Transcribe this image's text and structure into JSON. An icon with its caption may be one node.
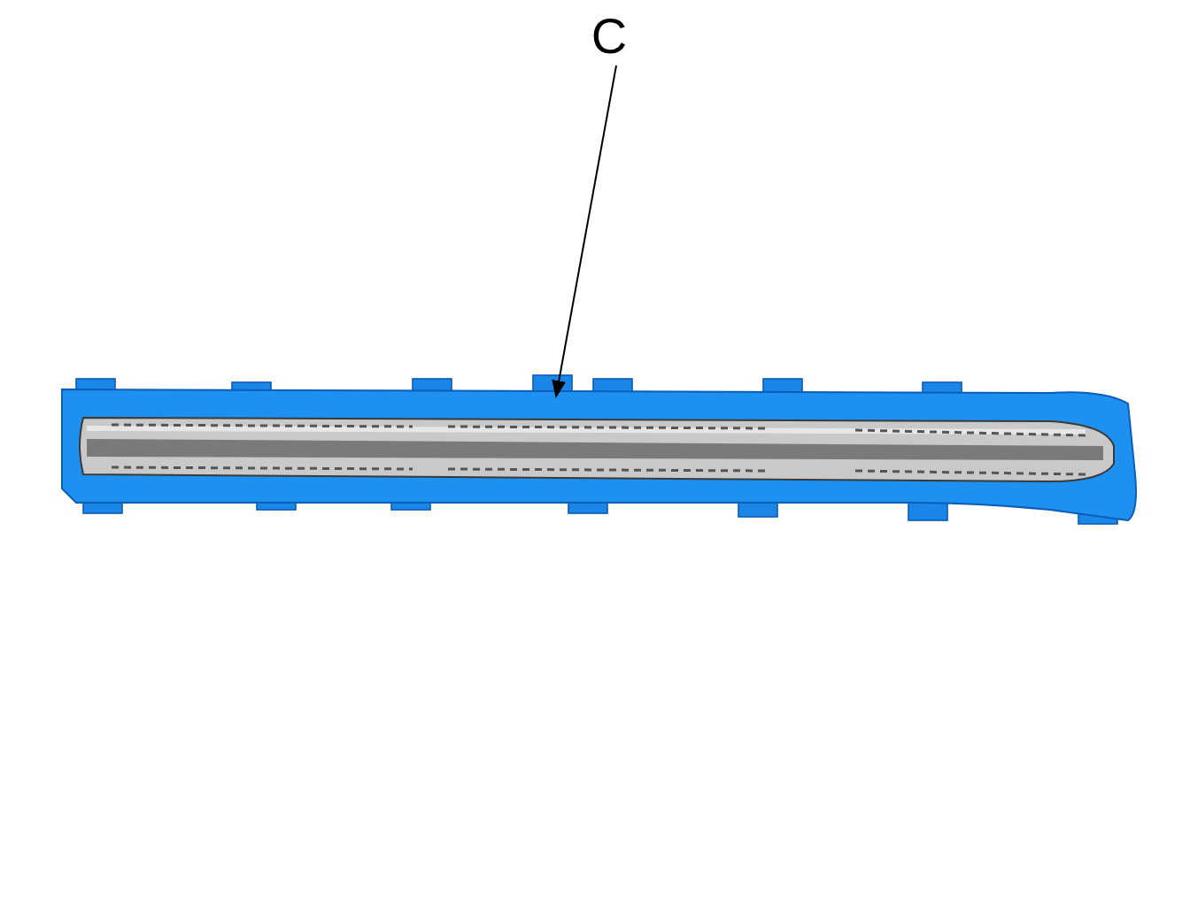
{
  "diagram": {
    "nodes": [
      {
        "text": [
          "C"
        ]
      },
      {
        "text": [],
        "shape": "picture"
      }
    ],
    "edges": [
      {
        "from": 0,
        "to": 1,
        "arrow": "to"
      }
    ]
  }
}
